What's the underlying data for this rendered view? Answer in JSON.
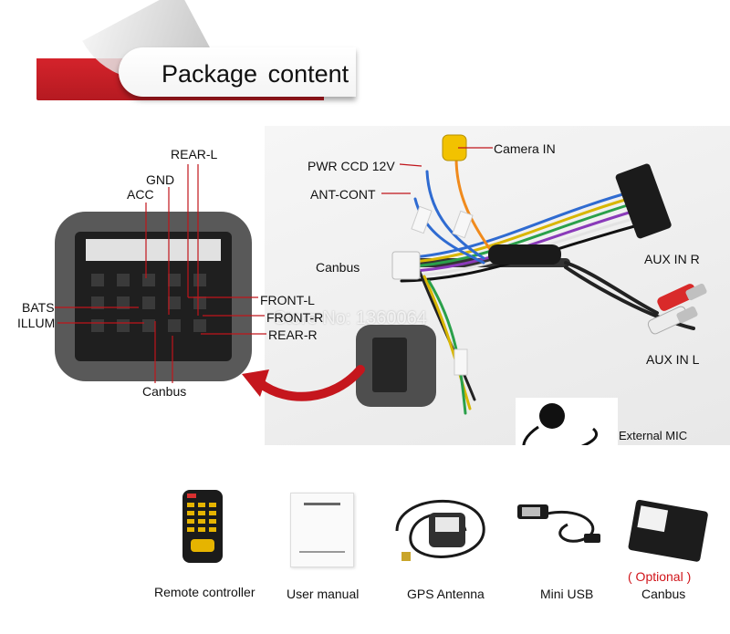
{
  "banner": {
    "title": "Package content"
  },
  "connector_labels": {
    "rear_l": "REAR-L",
    "gnd": "GND",
    "acc": "ACC",
    "bats": "BATS",
    "illum": "ILLUM",
    "front_l": "FRONT-L",
    "front_r": "FRONT-R",
    "rear_r": "REAR-R",
    "canbus": "Canbus"
  },
  "harness_labels": {
    "pwr_ccd": "PWR CCD 12V",
    "ant_cont": "ANT-CONT",
    "camera_in": "Camera IN",
    "canbus": "Canbus",
    "aux_in_r": "AUX IN R",
    "aux_in_l": "AUX IN L",
    "external_mic": "External MIC"
  },
  "watermark": "Store No: 1360064",
  "items": [
    {
      "caption": "Remote controller"
    },
    {
      "caption": "User manual"
    },
    {
      "caption": "GPS Antenna"
    },
    {
      "caption": "Mini USB"
    },
    {
      "caption": "Canbus",
      "tag": "( Optional )"
    }
  ],
  "colors": {
    "banner_red": "#c81e26",
    "optional_red": "#d0141a",
    "callout_line": "#c0141a",
    "arrow_red": "#c5161d"
  }
}
